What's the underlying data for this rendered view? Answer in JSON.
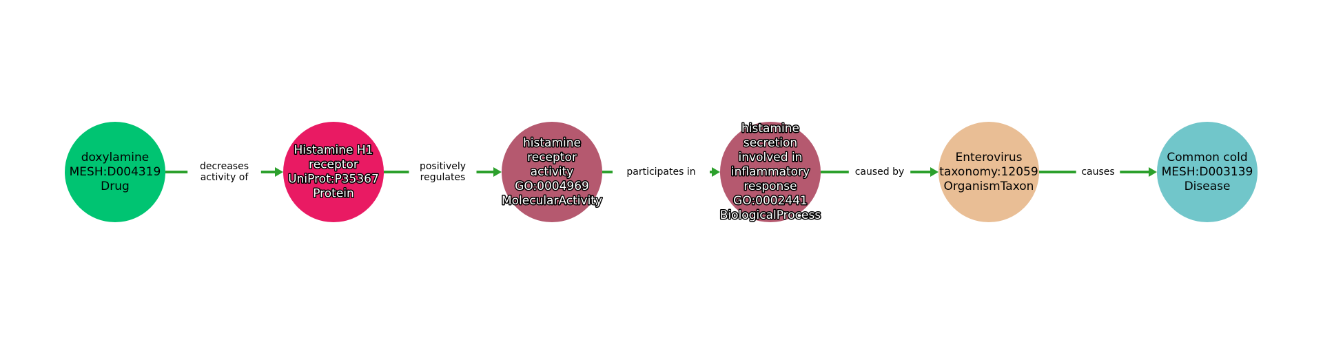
{
  "graph": {
    "edge_color": "#2CA02C",
    "nodes": [
      {
        "lines": [
          "doxylamine",
          "MESH:D004319",
          "Drug"
        ],
        "color": "#00C472",
        "outlined": false
      },
      {
        "lines": [
          "Histamine H1",
          "receptor",
          "UniProt:P35367",
          "Protein"
        ],
        "color": "#E91A63",
        "outlined": true
      },
      {
        "lines": [
          "histamine",
          "receptor",
          "activity",
          "GO:0004969",
          "MolecularActivity"
        ],
        "color": "#B5596F",
        "outlined": true
      },
      {
        "lines": [
          "histamine",
          "secretion",
          "involved in",
          "inflammatory",
          "response",
          "GO:0002441",
          "BiologicalProcess"
        ],
        "color": "#B5596F",
        "outlined": true
      },
      {
        "lines": [
          "Enterovirus",
          "taxonomy:12059",
          "OrganismTaxon"
        ],
        "color": "#E9BE95",
        "outlined": false
      },
      {
        "lines": [
          "Common cold",
          "MESH:D003139",
          "Disease"
        ],
        "color": "#71C6CA",
        "outlined": false
      }
    ],
    "edges": [
      {
        "from": 0,
        "to": 1,
        "lines": [
          "decreases",
          "activity of"
        ]
      },
      {
        "from": 1,
        "to": 2,
        "lines": [
          "positively",
          "regulates"
        ]
      },
      {
        "from": 2,
        "to": 3,
        "lines": [
          "participates in"
        ]
      },
      {
        "from": 3,
        "to": 4,
        "lines": [
          "caused by"
        ]
      },
      {
        "from": 4,
        "to": 5,
        "lines": [
          "causes"
        ]
      }
    ]
  }
}
